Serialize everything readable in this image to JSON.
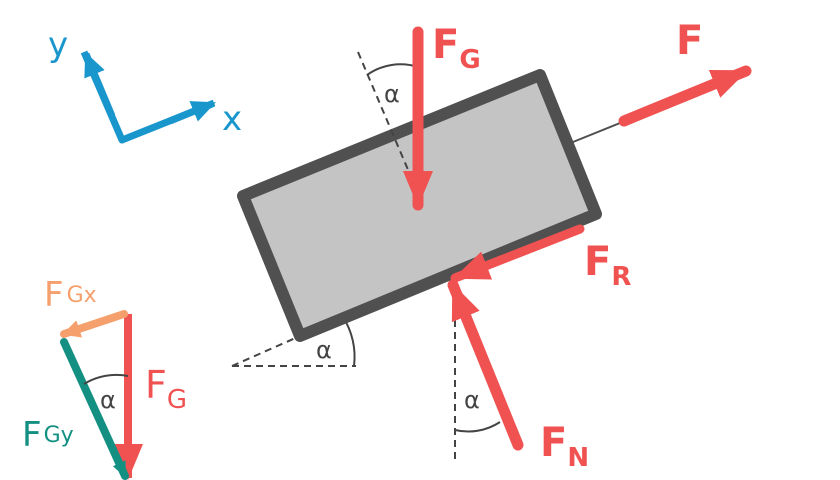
{
  "colors": {
    "force": "#f05252",
    "axis": "#1996cc",
    "component_x": "#f5a06c",
    "component_y": "#149083",
    "block_fill": "#c4c4c4",
    "block_stroke": "#505050",
    "guide": "#444444"
  },
  "axes": {
    "x_label": "x",
    "y_label": "y"
  },
  "angle_symbol": "α",
  "forces": {
    "gravity": {
      "letter": "F",
      "subscript": "G"
    },
    "pull": {
      "letter": "F",
      "subscript": ""
    },
    "friction": {
      "letter": "F",
      "subscript": "R"
    },
    "normal": {
      "letter": "F",
      "subscript": "N"
    }
  },
  "decomposition": {
    "gravity": {
      "letter": "F",
      "subscript": "G"
    },
    "component_x": {
      "letter": "F",
      "subscript": "Gx"
    },
    "component_y": {
      "letter": "F",
      "subscript": "Gy"
    }
  }
}
